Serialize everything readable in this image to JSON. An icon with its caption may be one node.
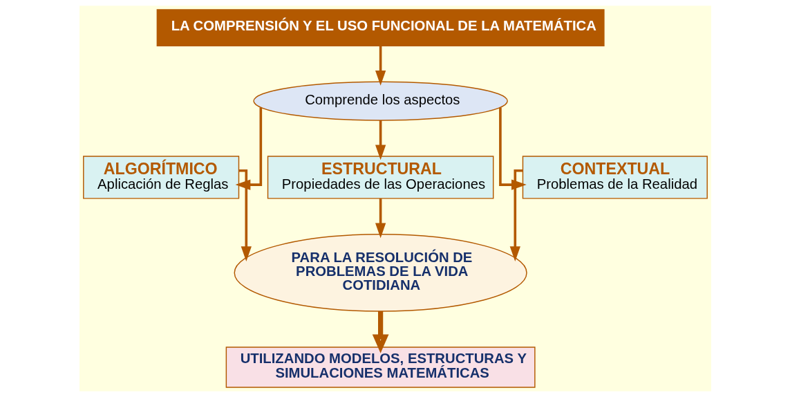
{
  "diagram": {
    "nodes": [
      {
        "text": [
          "LA COMPRENSIÓN Y EL USO FUNCIONAL DE LA MATEMÁTICA"
        ]
      },
      {
        "text": [
          "Comprende los aspectos"
        ]
      },
      {
        "text": [
          "ALGORÍTMICO",
          "Aplicación de Reglas"
        ]
      },
      {
        "text": [
          "ESTRUCTURAL",
          "Propiedades de las Operaciones"
        ]
      },
      {
        "text": [
          "CONTEXTUAL",
          "Problemas de la Realidad"
        ]
      },
      {
        "text": [
          "PARA LA RESOLUCIÓN DE PROBLEMAS DE LA VIDA COTIDIANA"
        ]
      },
      {
        "text": [
          "UTILIZANDO MODELOS, ESTRUCTURAS Y SIMULACIONES MATEMÁTICAS"
        ]
      }
    ],
    "edges": [
      {
        "from": 0,
        "to": 1,
        "arrow": "to"
      },
      {
        "from": 1,
        "to": 2,
        "arrow": "to"
      },
      {
        "from": 1,
        "to": 3,
        "arrow": "to"
      },
      {
        "from": 1,
        "to": 4,
        "arrow": "to"
      },
      {
        "from": 2,
        "to": 5,
        "arrow": "to"
      },
      {
        "from": 3,
        "to": 5,
        "arrow": "to"
      },
      {
        "from": 4,
        "to": 5,
        "arrow": "to"
      },
      {
        "from": 5,
        "to": 6,
        "arrow": "to",
        "style": "thick"
      }
    ]
  }
}
